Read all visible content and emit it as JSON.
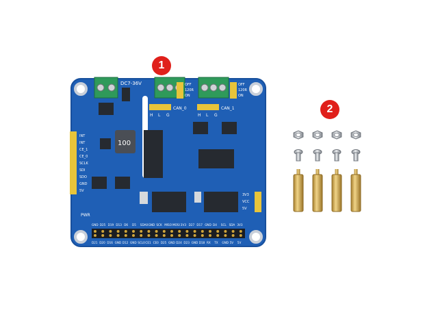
{
  "colors": {
    "badge": "#e0201b",
    "pcb": "#1f5fb5",
    "pcb_edge": "#174f9c",
    "terminal": "#2f9a5a",
    "header": "#e8c43a",
    "chip": "#262a30",
    "brass": "#d8b25a",
    "steel": "#b9bcc2"
  },
  "callouts": {
    "board": "1",
    "parts": "2"
  },
  "board": {
    "power_label": "DC7-36V",
    "can0_label": "CAN_0",
    "can1_label": "CAN_1",
    "hl_labels": [
      "H",
      "L",
      "G"
    ],
    "hl_labels_2": [
      "H",
      "L",
      "G"
    ],
    "switch0": [
      "OFF",
      "120R",
      "ON"
    ],
    "switch1": [
      "OFF",
      "120R",
      "ON"
    ],
    "inductor_label": "100",
    "left_pins": [
      "INT",
      "INT",
      "CE_1",
      "CE_0",
      "SCLK",
      "SDI",
      "SDO",
      "GND",
      "5V"
    ],
    "right_pins": [
      "3V3",
      "VCC",
      "5V"
    ],
    "pwr_label": "PWR",
    "top_row": [
      "GND",
      "D25",
      "D19",
      "D13",
      "D6",
      "D5",
      "SDA0",
      "GND",
      "SCK",
      "MISO",
      "MOSI",
      "3V3",
      "D27",
      "D17",
      "GND",
      "D4",
      "SCL",
      "SDA",
      "3V3"
    ],
    "bottom_row": [
      "D21",
      "D20",
      "D16",
      "GND",
      "D12",
      "GND",
      "SCL0",
      "CE1",
      "CE0",
      "D25",
      "GND",
      "D24",
      "D23",
      "GND",
      "D18",
      "RX",
      "TX",
      "GND",
      "5V",
      "5V"
    ]
  },
  "parts": {
    "nuts": 4,
    "screws": 4,
    "standoffs": 4
  }
}
